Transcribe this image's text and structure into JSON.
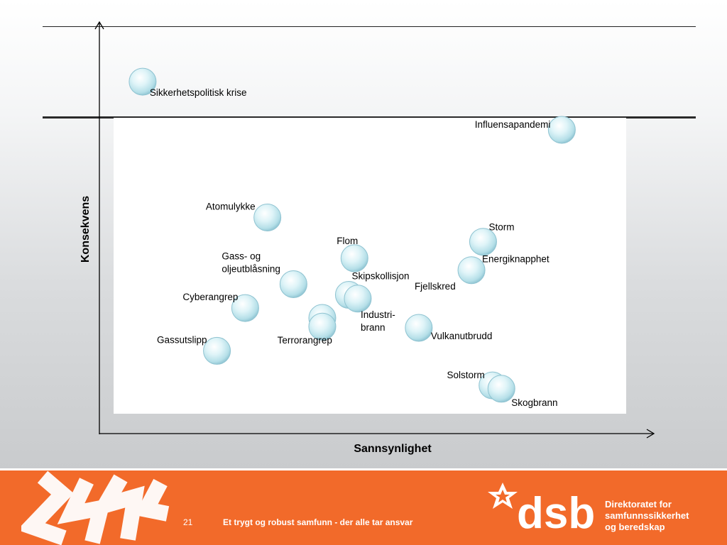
{
  "footer": {
    "page_number": "21",
    "tagline": "Et trygt og robust samfunn - der alle tar ansvar",
    "org_name_lines": [
      "Direktoratet for",
      "samfunnssikkerhet",
      "og beredskap"
    ],
    "logo_text": "dsb",
    "background_color": "#f26a2a"
  },
  "chart_data": {
    "type": "scatter",
    "xlabel": "Sannsynlighet",
    "ylabel": "Konsekvens",
    "xlim": [
      0,
      100
    ],
    "ylim": [
      0,
      100
    ],
    "grid": false,
    "marker_color": "#c9ecf2",
    "points": [
      {
        "label": "Sikkerhetspolitisk krise",
        "x": 7.8,
        "y": 85.5
      },
      {
        "label": "Influensapandemi",
        "x": 83.4,
        "y": 73.8
      },
      {
        "label": "Atomulykke",
        "x": 30.3,
        "y": 52.5
      },
      {
        "label": "Storm",
        "x": 69.2,
        "y": 46.6
      },
      {
        "label": "Flom",
        "x": 46.0,
        "y": 42.6
      },
      {
        "label": "Energiknapphet",
        "x": 67.1,
        "y": 39.7
      },
      {
        "label": "Gass- og oljeutblåsning",
        "x": 35.0,
        "y": 36.3
      },
      {
        "label": "Skipskollisjon",
        "x": 45.0,
        "y": 33.7
      },
      {
        "label": "Fjellskred",
        "x": 46.6,
        "y": 32.8
      },
      {
        "label": "Cyberangrep",
        "x": 26.3,
        "y": 30.5
      },
      {
        "label": "Industri-brann",
        "x": 40.2,
        "y": 28.1
      },
      {
        "label": "Vulkanutbrudd",
        "x": 57.6,
        "y": 25.7
      },
      {
        "label": "Terrorangrep",
        "x": 40.2,
        "y": 26.0
      },
      {
        "label": "Gassutslipp",
        "x": 21.2,
        "y": 20.1
      },
      {
        "label": "Solstorm",
        "x": 70.9,
        "y": 11.7
      },
      {
        "label": "Skogbrann",
        "x": 72.5,
        "y": 10.9
      }
    ]
  }
}
